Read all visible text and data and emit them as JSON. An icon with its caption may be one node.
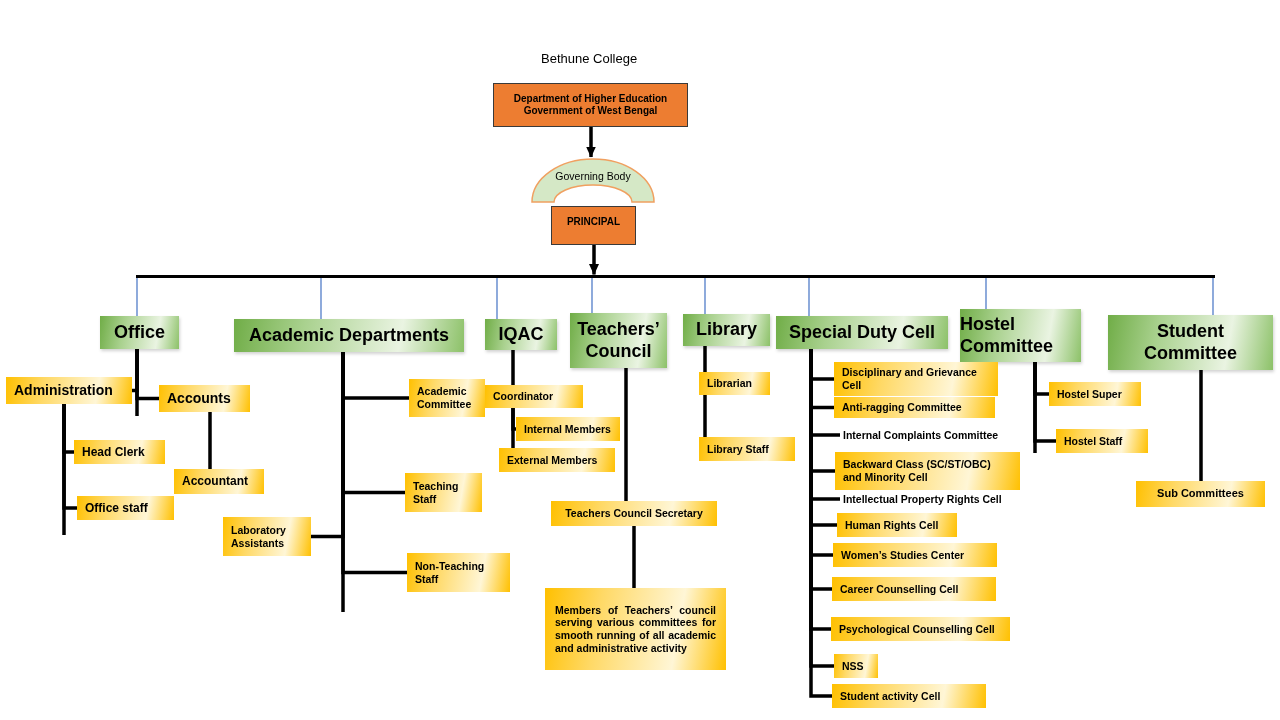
{
  "diagram": {
    "title": "Bethune College",
    "nodes": [
      {
        "text": [
          "Department of Higher Education Government of West Bengal"
        ]
      },
      {
        "text": [
          "Governing Body"
        ]
      },
      {
        "text": [
          "PRINCIPAL"
        ]
      },
      {
        "text": [],
        "shape": "bar"
      },
      {
        "text": [
          "Office"
        ]
      },
      {
        "text": [
          "Academic Departments"
        ]
      },
      {
        "text": [
          "IQAC"
        ]
      },
      {
        "text": [
          "Teachers’ Council"
        ]
      },
      {
        "text": [
          "Library"
        ]
      },
      {
        "text": [
          "Special Duty Cell"
        ]
      },
      {
        "text": [
          "Hostel Committee"
        ]
      },
      {
        "text": [
          "Student Committee"
        ]
      },
      {
        "text": [
          "Administration"
        ]
      },
      {
        "text": [
          "Accounts"
        ]
      },
      {
        "text": [
          "Head Clerk"
        ]
      },
      {
        "text": [
          "Office staff"
        ]
      },
      {
        "text": [
          "Accountant"
        ]
      },
      {
        "text": [
          "Academic Committee"
        ]
      },
      {
        "text": [
          "Teaching Staff"
        ]
      },
      {
        "text": [
          "Laboratory Assistants"
        ]
      },
      {
        "text": [
          "Non-Teaching Staff"
        ]
      },
      {
        "text": [
          "Coordinator"
        ]
      },
      {
        "text": [
          "Internal Members"
        ]
      },
      {
        "text": [
          "External Members"
        ]
      },
      {
        "text": [
          "Teachers Council Secretary"
        ]
      },
      {
        "text": [
          "Members of Teachers’ council serving various committees for smooth running of all academic and administrative activity"
        ]
      },
      {
        "text": [
          "Librarian"
        ]
      },
      {
        "text": [
          "Library Staff"
        ]
      },
      {
        "text": [
          "Disciplinary and Grievance Cell"
        ]
      },
      {
        "text": [
          "Anti-ragging Committee"
        ]
      },
      {
        "text": [
          "Internal Complaints Committee"
        ]
      },
      {
        "text": [
          "Backward Class (SC/ST/OBC) and Minority Cell"
        ]
      },
      {
        "text": [
          "Intellectual Property Rights Cell"
        ]
      },
      {
        "text": [
          "Human Rights Cell"
        ]
      },
      {
        "text": [
          "Women’s Studies Center"
        ]
      },
      {
        "text": [
          "Career Counselling Cell"
        ]
      },
      {
        "text": [
          "Psychological Counselling Cell"
        ]
      },
      {
        "text": [
          "NSS"
        ]
      },
      {
        "text": [
          "Student activity Cell"
        ]
      },
      {
        "text": [
          "Hostel Super"
        ]
      },
      {
        "text": [
          "Hostel Staff"
        ]
      },
      {
        "text": [
          "Sub Committees"
        ]
      }
    ],
    "edges": [
      {
        "from": 0,
        "to": 1,
        "arrow": "to"
      },
      {
        "from": 2,
        "to": 3,
        "arrow": "to"
      },
      {
        "from": 3,
        "to": 4,
        "arrow": "none",
        "color": "#4472c4"
      },
      {
        "from": 3,
        "to": 5,
        "arrow": "none",
        "color": "#4472c4"
      },
      {
        "from": 3,
        "to": 6,
        "arrow": "none",
        "color": "#4472c4"
      },
      {
        "from": 3,
        "to": 7,
        "arrow": "none",
        "color": "#4472c4"
      },
      {
        "from": 3,
        "to": 8,
        "arrow": "none",
        "color": "#4472c4"
      },
      {
        "from": 3,
        "to": 9,
        "arrow": "none",
        "color": "#4472c4"
      },
      {
        "from": 3,
        "to": 10,
        "arrow": "none",
        "color": "#4472c4"
      },
      {
        "from": 3,
        "to": 11,
        "arrow": "none",
        "color": "#4472c4"
      },
      {
        "from": 4,
        "to": 12,
        "arrow": "none"
      },
      {
        "from": 4,
        "to": 13,
        "arrow": "none"
      },
      {
        "from": 12,
        "to": 14,
        "arrow": "none"
      },
      {
        "from": 12,
        "to": 15,
        "arrow": "none"
      },
      {
        "from": 13,
        "to": 16,
        "arrow": "none"
      },
      {
        "from": 5,
        "to": 17,
        "arrow": "none"
      },
      {
        "from": 5,
        "to": 18,
        "arrow": "none"
      },
      {
        "from": 5,
        "to": 19,
        "arrow": "none"
      },
      {
        "from": 5,
        "to": 20,
        "arrow": "none"
      },
      {
        "from": 6,
        "to": 21,
        "arrow": "none"
      },
      {
        "from": 21,
        "to": 22,
        "arrow": "none"
      },
      {
        "from": 21,
        "to": 23,
        "arrow": "none"
      },
      {
        "from": 7,
        "to": 24,
        "arrow": "none"
      },
      {
        "from": 24,
        "to": 25,
        "arrow": "none"
      },
      {
        "from": 8,
        "to": 26,
        "arrow": "none"
      },
      {
        "from": 26,
        "to": 27,
        "arrow": "none"
      },
      {
        "from": 9,
        "to": 28,
        "arrow": "none"
      },
      {
        "from": 9,
        "to": 29,
        "arrow": "none"
      },
      {
        "from": 9,
        "to": 30,
        "arrow": "none"
      },
      {
        "from": 9,
        "to": 31,
        "arrow": "none"
      },
      {
        "from": 9,
        "to": 32,
        "arrow": "none"
      },
      {
        "from": 9,
        "to": 33,
        "arrow": "none"
      },
      {
        "from": 9,
        "to": 34,
        "arrow": "none"
      },
      {
        "from": 9,
        "to": 35,
        "arrow": "none"
      },
      {
        "from": 9,
        "to": 36,
        "arrow": "none"
      },
      {
        "from": 9,
        "to": 37,
        "arrow": "none"
      },
      {
        "from": 9,
        "to": 38,
        "arrow": "none"
      },
      {
        "from": 10,
        "to": 39,
        "arrow": "none"
      },
      {
        "from": 10,
        "to": 40,
        "arrow": "none"
      },
      {
        "from": 11,
        "to": 41,
        "arrow": "none"
      }
    ]
  }
}
